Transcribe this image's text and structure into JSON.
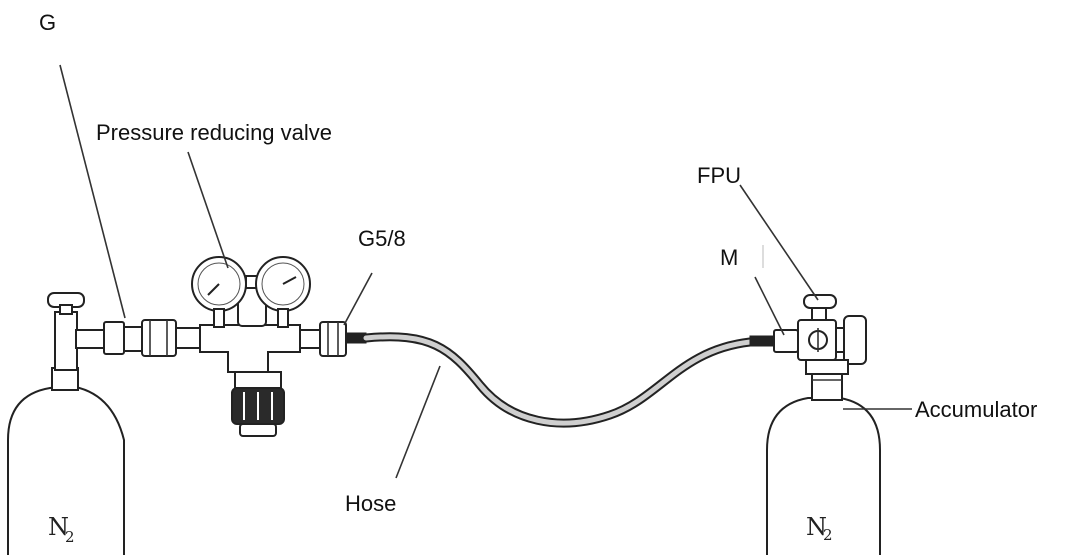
{
  "labels": {
    "g": "G",
    "pressure_reducing_valve": "Pressure reducing valve",
    "g58": "G5/8",
    "fpu": "FPU",
    "m": "M",
    "accumulator": "Accumulator",
    "hose": "Hose"
  },
  "cylinders": {
    "left_gas": "N",
    "left_sub": "2",
    "right_gas": "N",
    "right_sub": "2"
  },
  "colors": {
    "stroke": "#222222",
    "background": "#ffffff"
  }
}
